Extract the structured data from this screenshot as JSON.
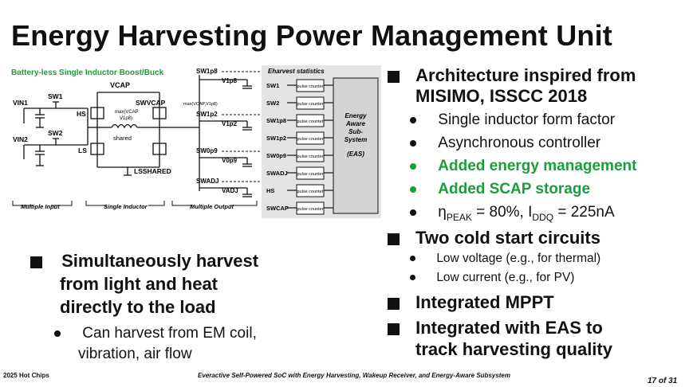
{
  "slide": {
    "title": "Energy Harvesting Power Management Unit",
    "page_number": "17 of 31",
    "footer_left": "2025 Hot Chips",
    "footer_center": "Everactive Self-Powered SoC with Energy Harvesting, Wakeup Receiver, and Energy-Aware Subsystem"
  },
  "diagram": {
    "caption": "Battery-less Single Inductor Boost/Buck",
    "vcap": "VCAP",
    "vin1": "VIN1",
    "vin2": "VIN2",
    "sw1": "SW1",
    "sw2": "SW2",
    "hs": "HS",
    "ls": "LS",
    "swvcap": "SWVCAP",
    "lsshared": "LSSHARED",
    "shared": "shared",
    "max_label_a": "max(VCAP",
    "max_label_b": "V1p8)",
    "max_label_c": "max(VCAP,V1p8)",
    "outputs": [
      {
        "sw": "SW1p8",
        "v": "V1p8"
      },
      {
        "sw": "SW1p2",
        "v": "V1p2"
      },
      {
        "sw": "SW0p9",
        "v": "V0p9"
      },
      {
        "sw": "SWADJ",
        "v": "VADJ"
      }
    ],
    "group_labels": [
      "Multiple Input",
      "Single Inductor",
      "Multiple Output"
    ],
    "stats_title": "Eharvest statistics",
    "counters": [
      {
        "name": "SW1",
        "box": "pulse counter"
      },
      {
        "name": "SW2",
        "box": "pulse counter"
      },
      {
        "name": "SW1p8",
        "box": "pulse counter"
      },
      {
        "name": "SW1p2",
        "box": "pulse counter"
      },
      {
        "name": "SW0p9",
        "box": "pulse counter"
      },
      {
        "name": "SWADJ",
        "box": "pulse counter"
      },
      {
        "name": "HS",
        "box": "pulse counter"
      },
      {
        "name": "SWCAP",
        "box": "pulse counter"
      }
    ],
    "eas_box": [
      "Energy",
      "Aware",
      "Sub-",
      "System",
      "(EAS)"
    ]
  },
  "right_bullets": {
    "arch_a": "Architecture inspired from",
    "arch_b": "MISIMO, ISSCC 2018",
    "sub1": "Single inductor form factor",
    "sub2": "Asynchronous controller",
    "sub3": "Added energy management",
    "sub4": "Added SCAP storage",
    "sub5_eta": "η",
    "sub5_peak": "PEAK",
    "sub5_mid": " = 80%, I",
    "sub5_ddq": "DDQ",
    "sub5_end": " = 225nA",
    "cold": "Two cold start circuits",
    "cold1": "Low voltage (e.g., for thermal)",
    "cold2": "Low current (e.g., for PV)",
    "mppt": "Integrated MPPT",
    "eas_a": "Integrated with EAS to",
    "eas_b": "track harvesting quality"
  },
  "left_bullets": {
    "main_a": "Simultaneously harvest",
    "main_b": "from light and heat",
    "main_c": "directly to the load",
    "sub_a": "Can harvest from EM coil,",
    "sub_b": "vibration, air flow"
  }
}
